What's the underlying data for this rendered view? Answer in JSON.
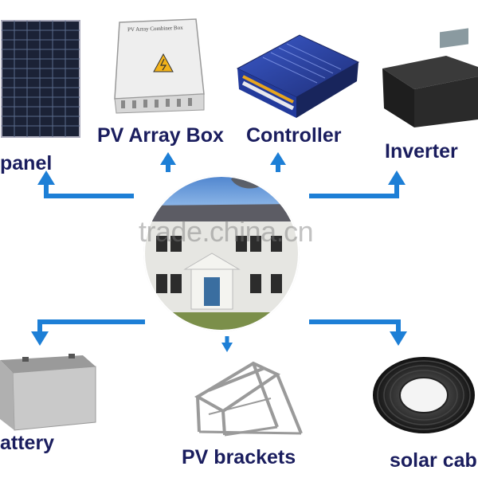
{
  "center": {
    "watermark": "trade.china.cn"
  },
  "items": {
    "solar_panel": {
      "label": "panel"
    },
    "pv_array_box": {
      "label": "PV Array Box",
      "device_text": "PV Array Combiner Box"
    },
    "controller": {
      "label": "Controller"
    },
    "inverter": {
      "label": "Inverter"
    },
    "battery": {
      "label": "attery"
    },
    "pv_brackets": {
      "label": "PV brackets"
    },
    "solar_cable": {
      "label": "solar cab"
    }
  },
  "colors": {
    "arrow": "#1d7fd6",
    "label": "#1a1d5e"
  }
}
